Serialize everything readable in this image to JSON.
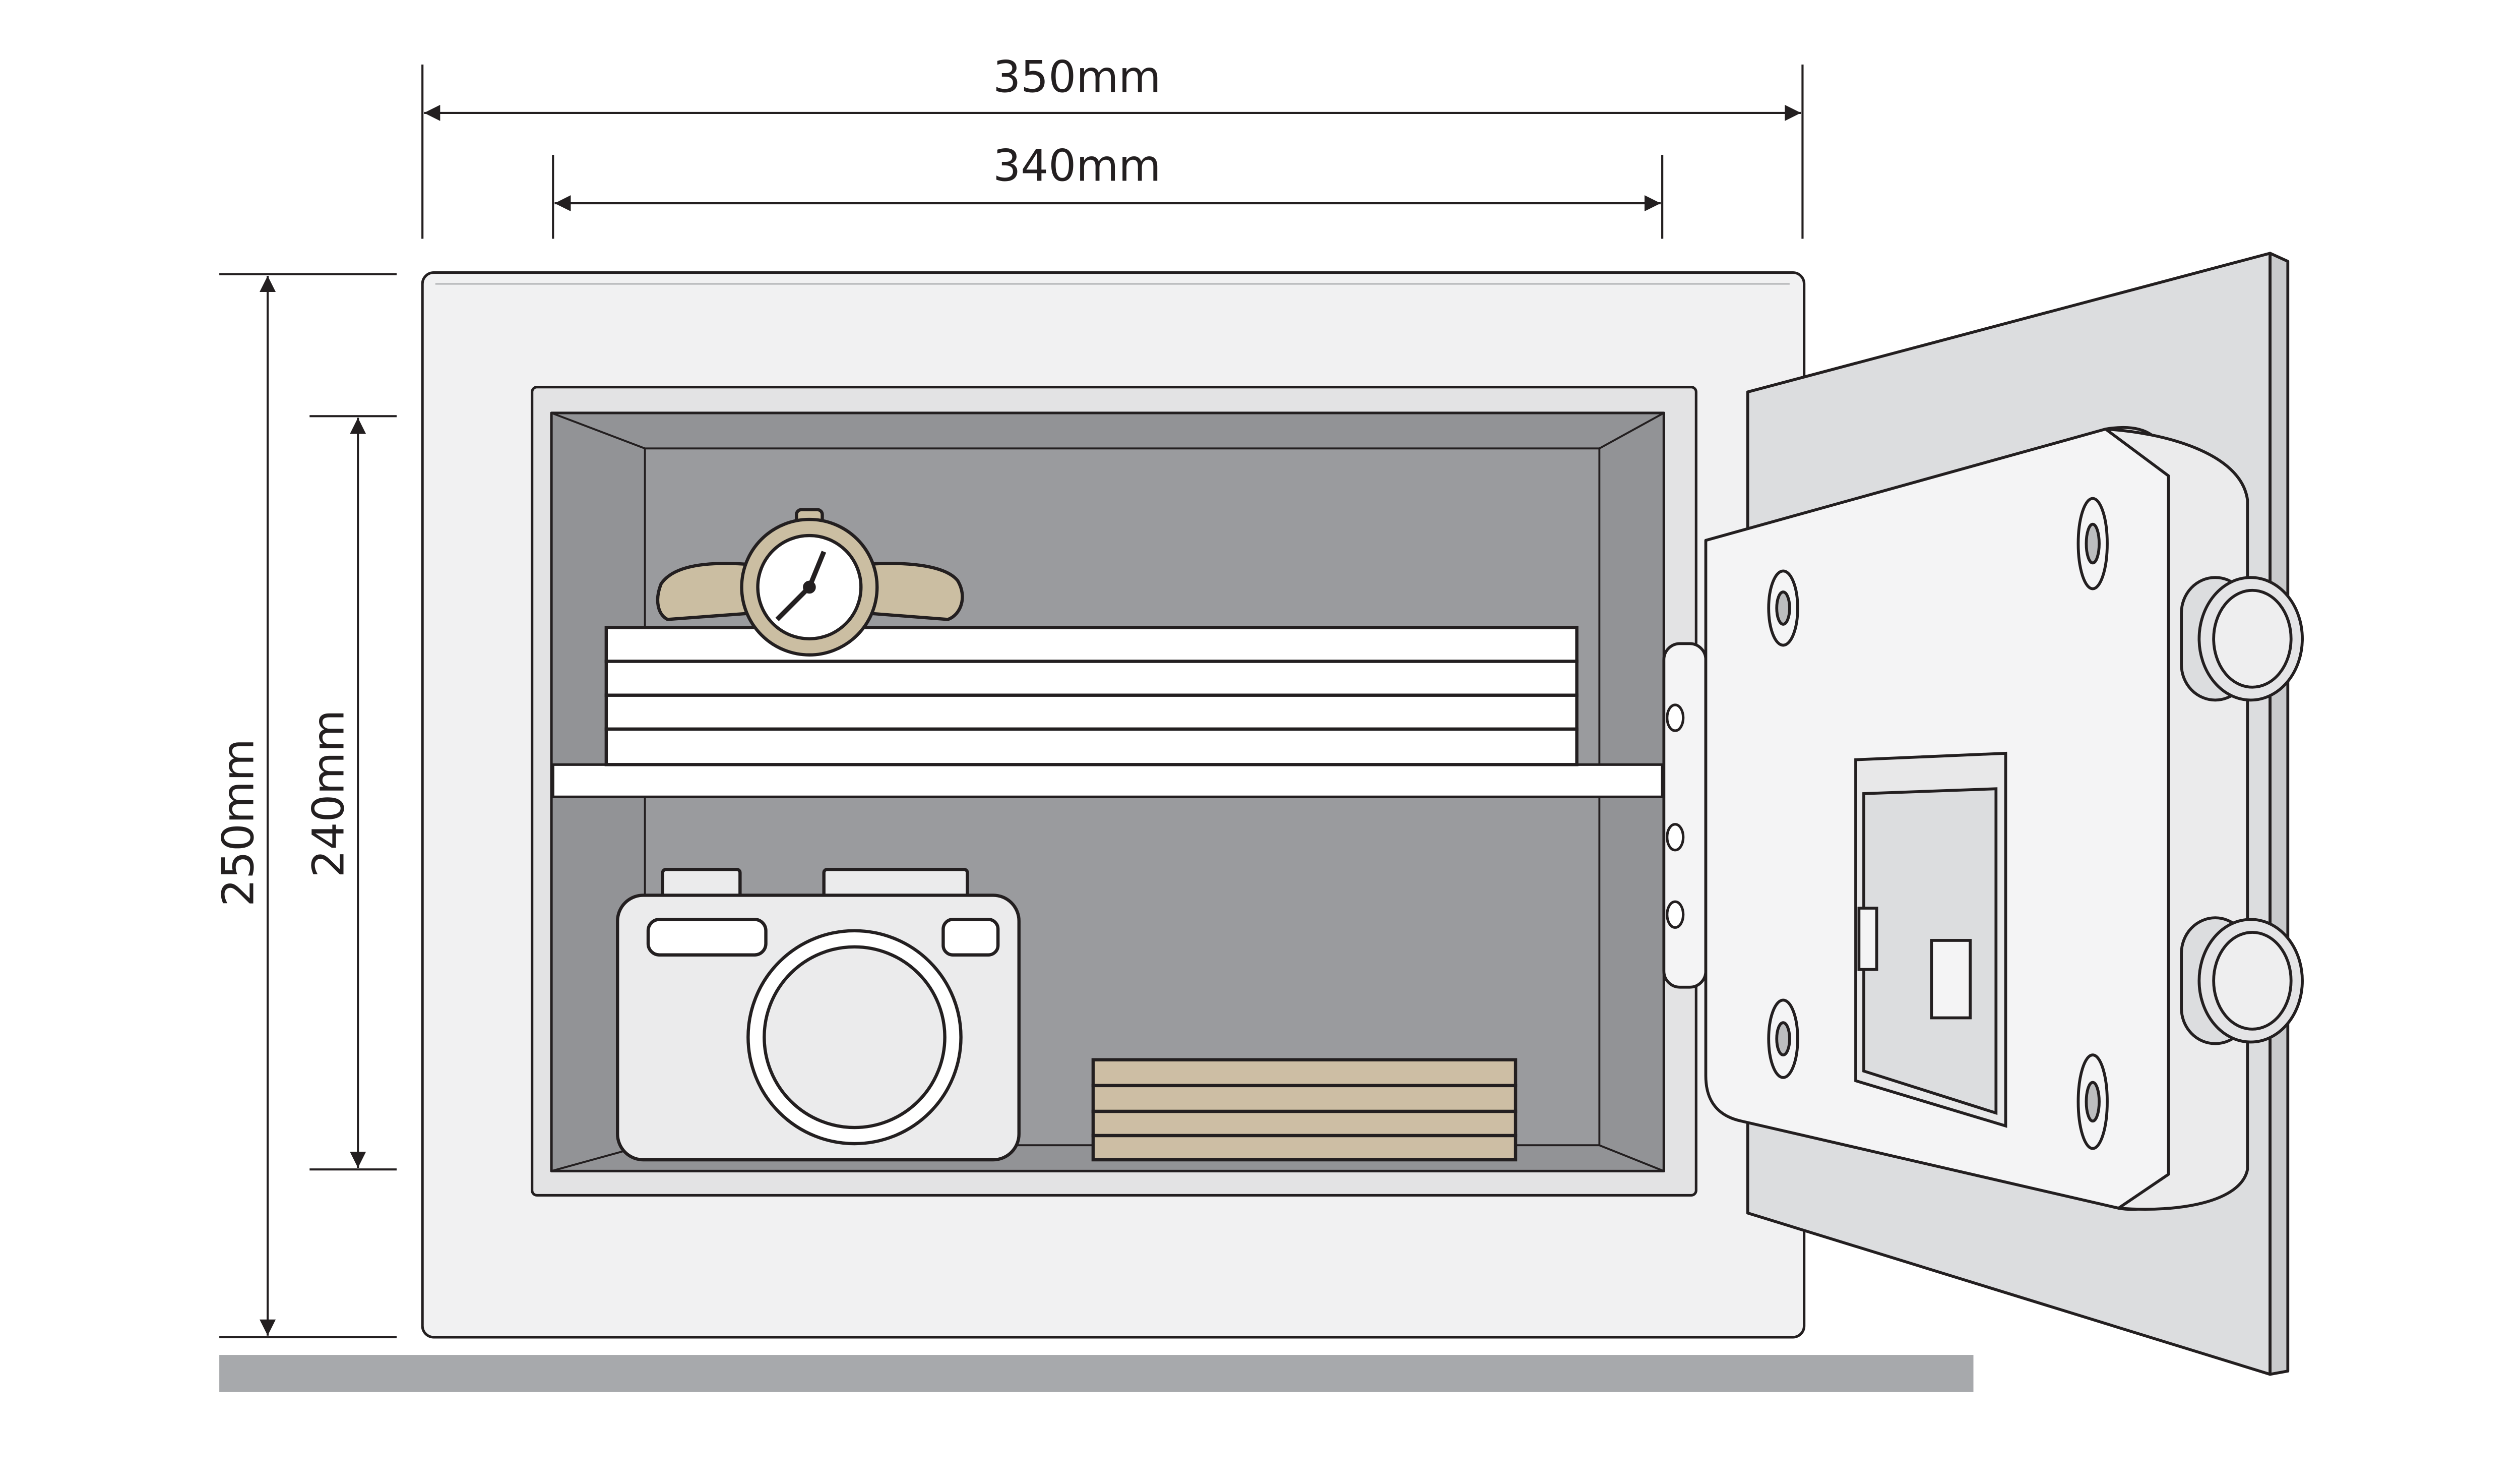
{
  "dimensions": {
    "outer_width": "350mm",
    "inner_width": "340mm",
    "outer_height": "250mm",
    "inner_height": "240mm"
  },
  "colors": {
    "line": "#231f20",
    "interior": "#929396",
    "body": "#f1f1f2",
    "door": "#dcdddf",
    "door_panel": "#f4f4f5",
    "shelf": "#ffffff",
    "watch": "#cbbea2",
    "cash": "#cdbea4",
    "floor": "#a7a9ac"
  },
  "icons": {
    "watch": "wristwatch-icon",
    "camera": "camera-icon",
    "cash": "cash-bundle-icon",
    "books": "document-stack-icon",
    "keypad": "keypad-icon",
    "bolt": "locking-bolt-icon"
  }
}
